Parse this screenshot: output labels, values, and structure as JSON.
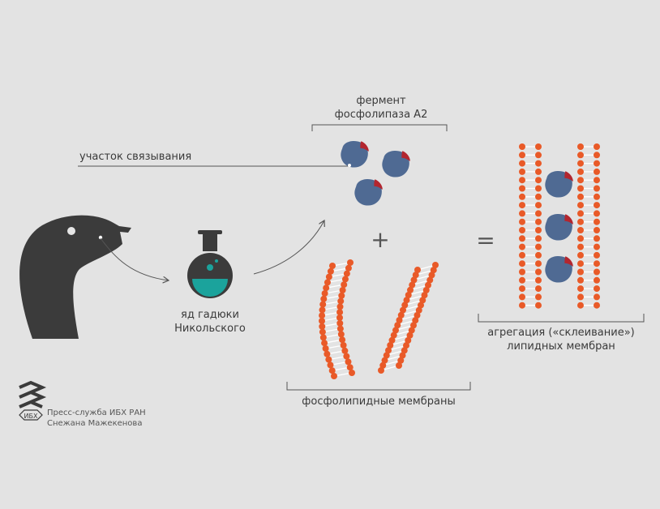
{
  "labels": {
    "enzyme_line1": "фермент",
    "enzyme_line2": "фосфолипаза А2",
    "binding_site": "участок связывания",
    "venom_line1": "яд гадюки",
    "venom_line2": "Никольского",
    "plus": "+",
    "equals": "=",
    "membranes": "фосфолипидные мембраны",
    "aggregation_line1": "агрегация («склеивание»)",
    "aggregation_line2": "липидных мембран"
  },
  "credit": {
    "logo_text": "ИБХ",
    "line1": "Пресс-служба ИБХ РАН",
    "line2": "Снежана Мажекенова"
  },
  "colors": {
    "background": "#e3e3e3",
    "snake": "#3b3b3b",
    "enzyme": "#4f6a93",
    "binding_site": "#b3262f",
    "lipid_head": "#e95a28",
    "venom_liquid": "#1ba39c",
    "line": "#555555"
  }
}
